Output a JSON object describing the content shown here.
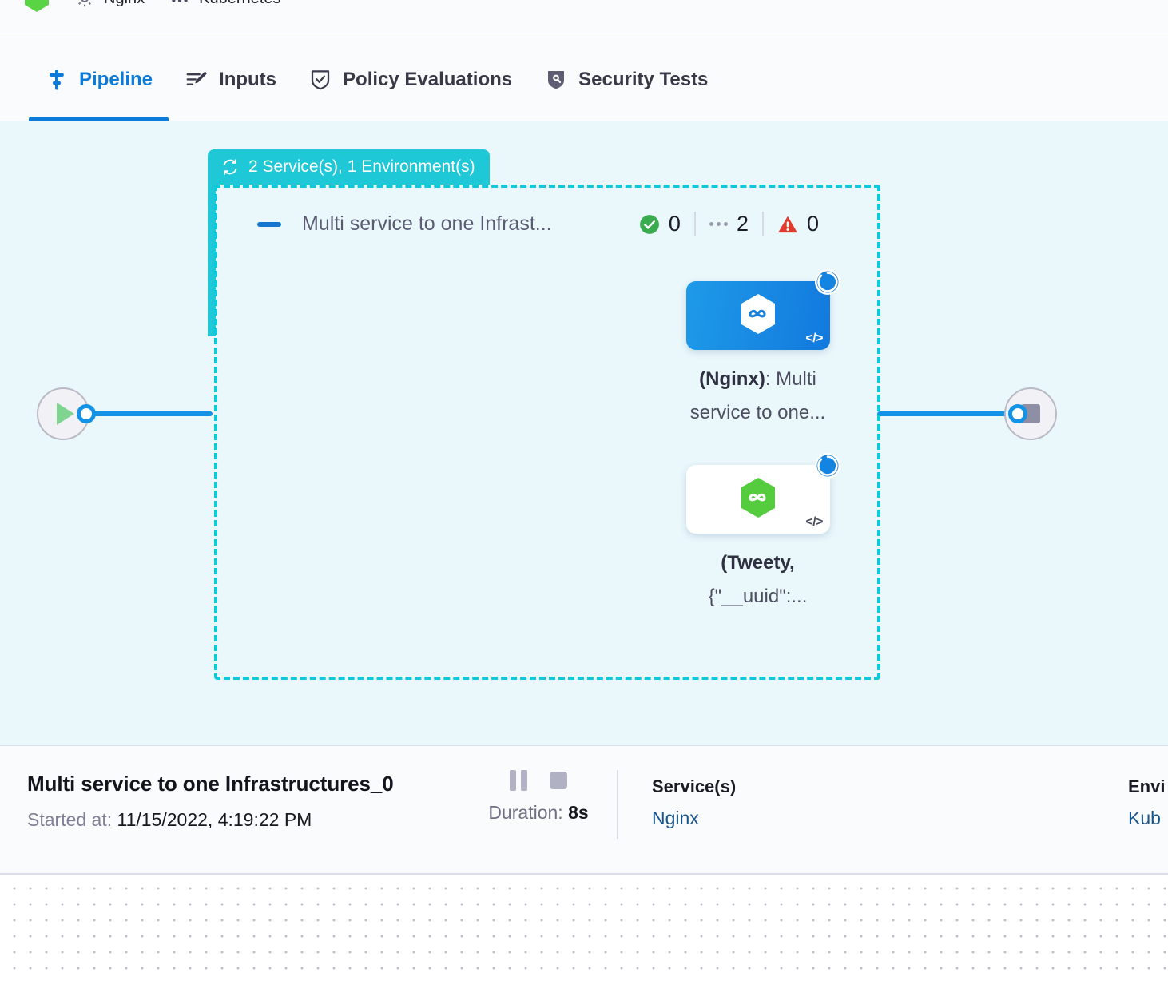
{
  "topbar": {
    "items": [
      {
        "icon": "hexagon-logo-icon",
        "label": ""
      },
      {
        "icon": "gear-icon",
        "label": "Nginx"
      },
      {
        "icon": "infrastructure-node-icon",
        "label": "Kubernetes"
      }
    ]
  },
  "tabs": [
    {
      "label": "Pipeline",
      "icon": "pipeline-icon",
      "active": true
    },
    {
      "label": "Inputs",
      "icon": "inputs-pen-icon",
      "active": false
    },
    {
      "label": "Policy Evaluations",
      "icon": "policy-shield-check-icon",
      "active": false
    },
    {
      "label": "Security Tests",
      "icon": "security-shield-icon",
      "active": false
    }
  ],
  "canvas": {
    "start_node": {
      "name": "start-node",
      "icon": "play-icon"
    },
    "end_node": {
      "name": "end-node",
      "icon": "stop-icon"
    },
    "group": {
      "header_label": "2 Service(s), 1 Environment(s)",
      "header_icon": "loop-repeat-icon",
      "header_color": "#1ec8d6",
      "border_color": "#10c9d8",
      "stage_title": "Multi service to one Infrast...",
      "collapse_icon": "collapse-minus-icon",
      "counters": [
        {
          "icon": "success-check-icon",
          "color": "#3aab4f",
          "value": "0"
        },
        {
          "icon": "pending-dots-icon",
          "color": "#9b9db0",
          "value": "2"
        },
        {
          "icon": "error-warning-icon",
          "color": "#e13b2f",
          "value": "0"
        }
      ],
      "nodes": [
        {
          "label_bold": "(Nginx)",
          "label_rest": ": Multi service to one...",
          "style": "blue",
          "hex_icon": "service-hexagon-icon",
          "code_badge": "</>",
          "status_badge": "running-spinner-icon"
        },
        {
          "label_bold": "(Tweety,",
          "label_rest": " {\"__uuid\":...",
          "style": "white",
          "hex_icon": "service-hexagon-green-icon",
          "code_badge": "</>",
          "status_badge": "running-spinner-icon"
        }
      ]
    }
  },
  "details": {
    "title": "Multi service to one Infrastructures_0",
    "started_label": "Started at:",
    "started_value": "11/15/2022, 4:19:22 PM",
    "pause_icon": "pause-icon",
    "stop_icon": "stop-icon",
    "duration_label": "Duration:",
    "duration_value": "8s",
    "services_header": "Service(s)",
    "services_value": "Nginx",
    "environments_header": "Envi",
    "environments_value": "Kub"
  }
}
